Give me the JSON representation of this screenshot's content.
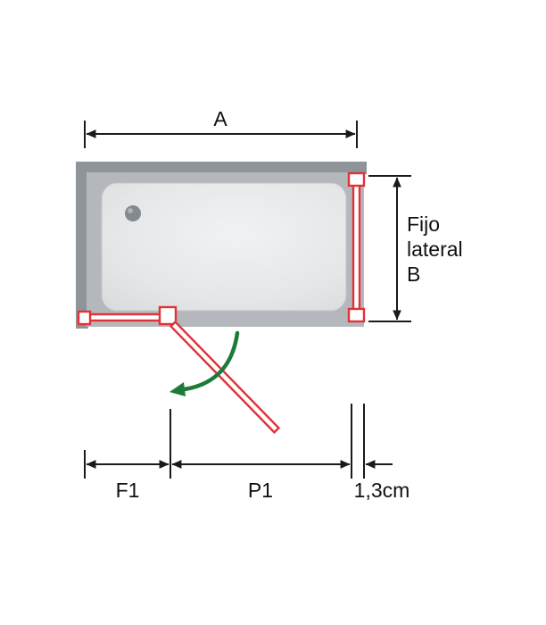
{
  "labels": {
    "dimension_a": "A",
    "fixed_side_line1": "Fijo",
    "fixed_side_line2": "lateral",
    "fixed_side_line3": "B",
    "dimension_f1": "F1",
    "dimension_p1": "P1",
    "dimension_gap": "1,3cm"
  },
  "colors": {
    "glass_red": "#e03238",
    "swing_green": "#1c7b39",
    "wall_gray": "#8e9499",
    "tray_gray": "#b4b8bc",
    "dimension_line": "#1a1a1a"
  }
}
